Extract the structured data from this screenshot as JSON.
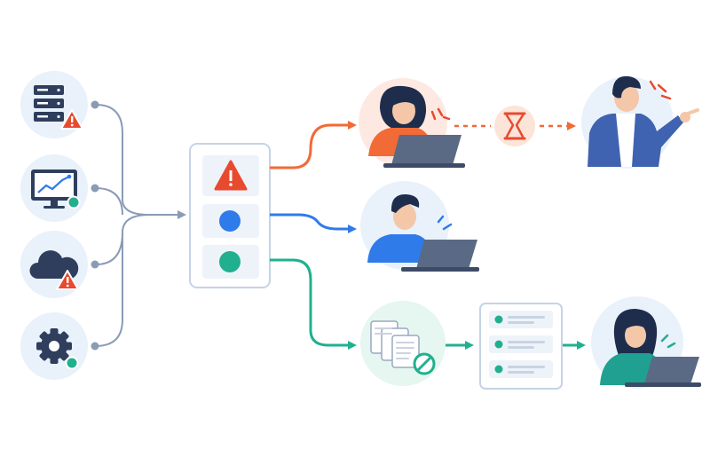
{
  "diagram": {
    "sources": [
      {
        "icon": "server-warning-icon",
        "status": "warning"
      },
      {
        "icon": "monitor-chart-icon",
        "status": "ok"
      },
      {
        "icon": "cloud-warning-icon",
        "status": "warning"
      },
      {
        "icon": "gear-icon",
        "status": "ok"
      }
    ],
    "router": {
      "slots": [
        {
          "icon": "alert-triangle-icon",
          "color": "#e84a2f",
          "route": "urgent"
        },
        {
          "icon": "blue-dot-icon",
          "color": "#2f7bea",
          "route": "normal"
        },
        {
          "icon": "green-dot-icon",
          "color": "#20b08f",
          "route": "low"
        }
      ]
    },
    "routes": {
      "urgent": {
        "color": "#f26a35",
        "steps": [
          "person-on-laptop",
          "hourglass-icon",
          "manager-pointing"
        ]
      },
      "normal": {
        "color": "#2f7bea",
        "steps": [
          "person-on-laptop"
        ]
      },
      "low": {
        "color": "#20b08f",
        "steps": [
          "blocked-documents-icon",
          "queue-list-icon",
          "person-on-laptop"
        ]
      }
    },
    "colors": {
      "source_line": "#8a9bb5",
      "bubble": "#e9f1fb",
      "dark_icon": "#2f3e5c",
      "warning": "#e84a2f",
      "ok": "#20b08f"
    }
  }
}
